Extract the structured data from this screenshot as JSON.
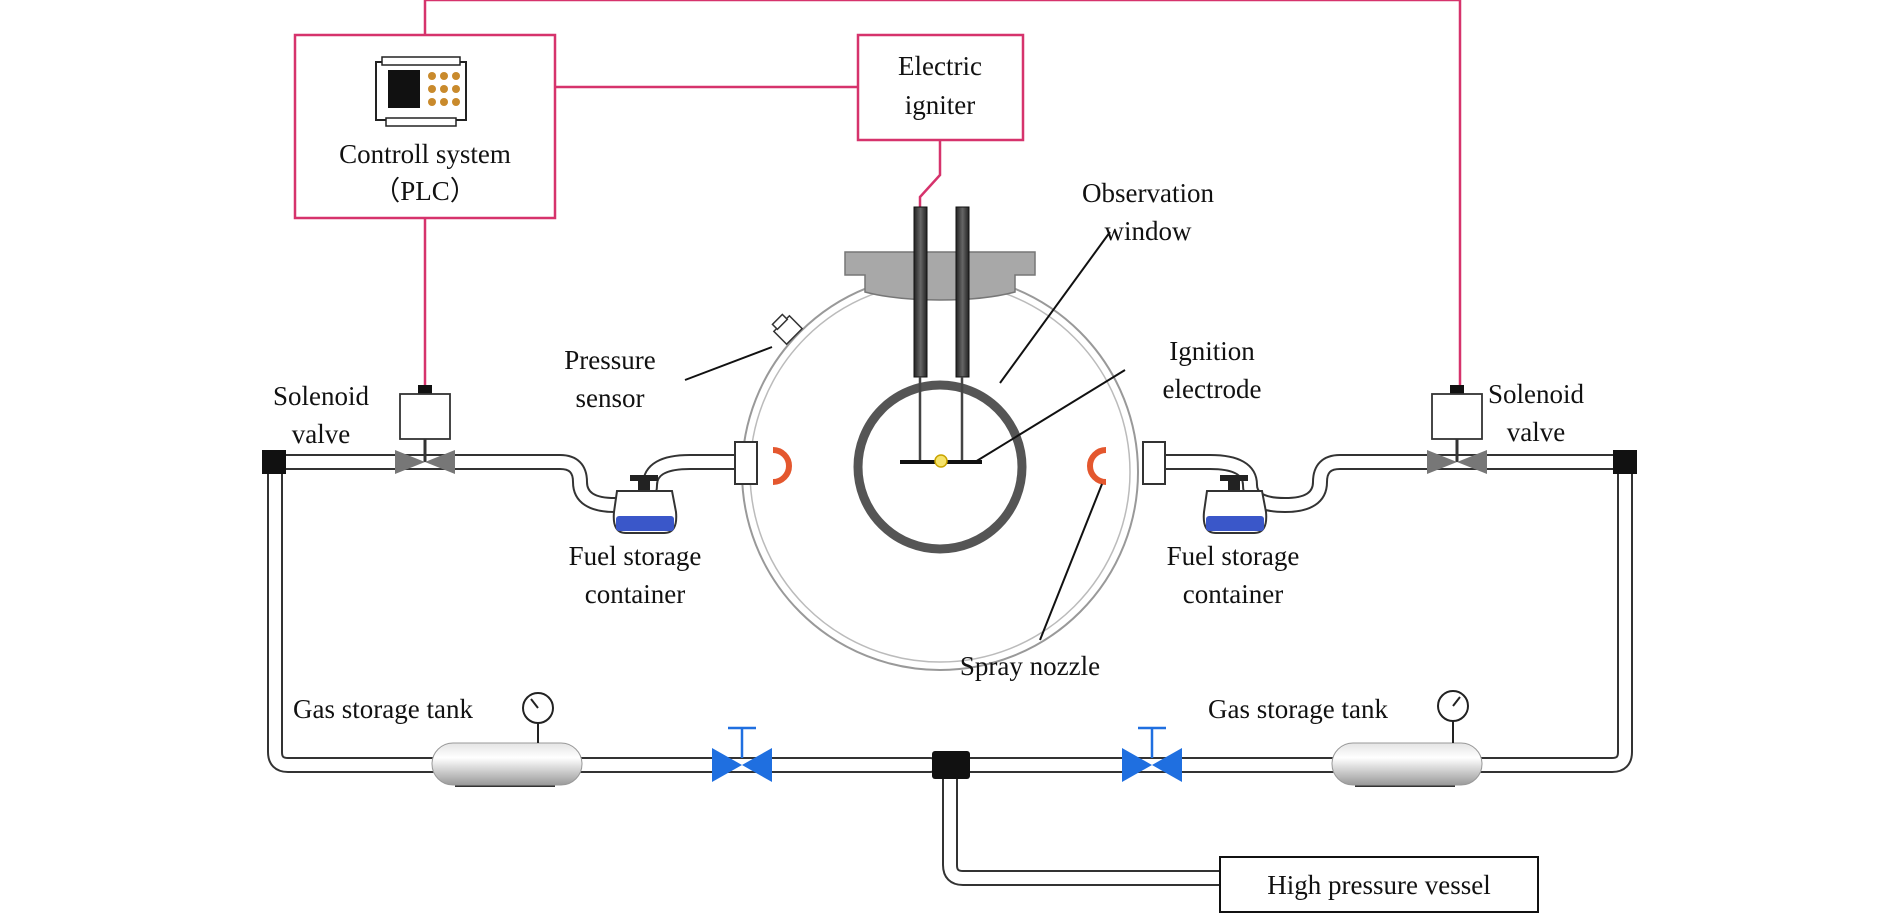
{
  "labels": {
    "control_line1": "Controll system",
    "control_line2": "（PLC）",
    "igniter_line1": "Electric",
    "igniter_line2": "igniter",
    "observation_line1": "Observation",
    "observation_line2": "window",
    "pressure_line1": "Pressure",
    "pressure_line2": "sensor",
    "ignition_line1": "Ignition",
    "ignition_line2": "electrode",
    "solenoid_left_line1": "Solenoid",
    "solenoid_left_line2": "valve",
    "solenoid_right_line1": "Solenoid",
    "solenoid_right_line2": "valve",
    "fuel_left_line1": "Fuel storage",
    "fuel_left_line2": "container",
    "fuel_right_line1": "Fuel storage",
    "fuel_right_line2": "container",
    "spray_nozzle": "Spray nozzle",
    "gas_tank_left": "Gas storage tank",
    "gas_tank_right": "Gas storage tank",
    "high_pressure_vessel": "High pressure vessel"
  },
  "colors": {
    "signal_line": "#d6336c",
    "valve_blue": "#1f6fe0",
    "fuel_blue": "#3a57c9",
    "nozzle_orange": "#e4572e",
    "chamber_gray": "#555555"
  }
}
